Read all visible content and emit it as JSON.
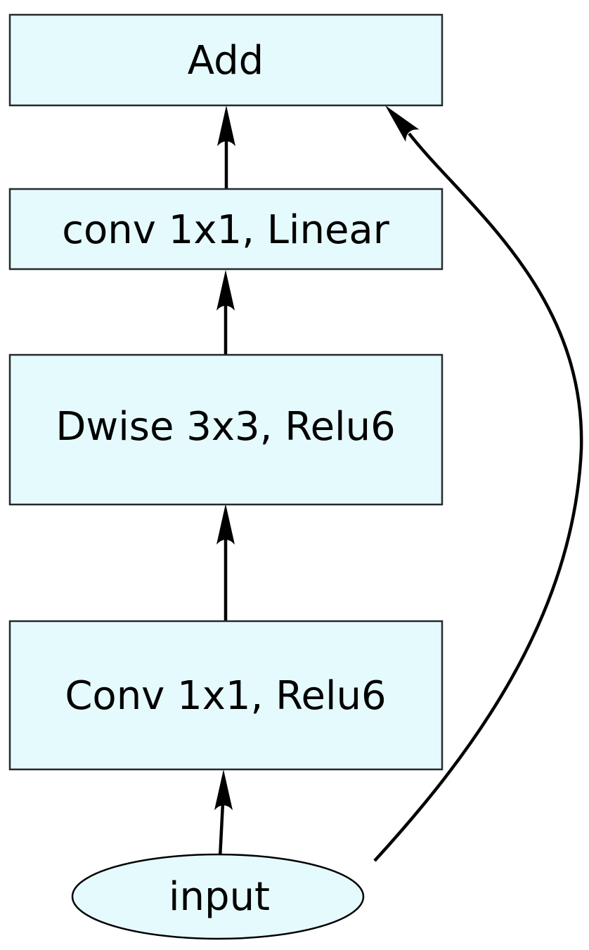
{
  "diagram": {
    "type": "flowchart",
    "colors": {
      "background": "#ffffff",
      "node_fill": "#e5fafc",
      "node_border": "#24292e",
      "edge": "#000000",
      "text": "#000000"
    },
    "nodes": [
      {
        "id": "add",
        "label": "Add",
        "shape": "rect"
      },
      {
        "id": "conv1x1_linear",
        "label": "conv 1x1, Linear",
        "shape": "rect"
      },
      {
        "id": "dwise3x3_relu6",
        "label": "Dwise 3x3, Relu6",
        "shape": "rect"
      },
      {
        "id": "conv1x1_relu6",
        "label": "Conv 1x1, Relu6",
        "shape": "rect"
      },
      {
        "id": "input",
        "label": "input",
        "shape": "ellipse"
      }
    ],
    "edges": [
      {
        "from": "conv1x1_linear",
        "to": "add",
        "style": "straight-arrow"
      },
      {
        "from": "dwise3x3_relu6",
        "to": "conv1x1_linear",
        "style": "straight-arrow"
      },
      {
        "from": "conv1x1_relu6",
        "to": "dwise3x3_relu6",
        "style": "straight-arrow"
      },
      {
        "from": "input",
        "to": "conv1x1_relu6",
        "style": "straight-arrow"
      },
      {
        "from": "input",
        "to": "add",
        "style": "curved-skip-connection-arrow"
      }
    ]
  }
}
